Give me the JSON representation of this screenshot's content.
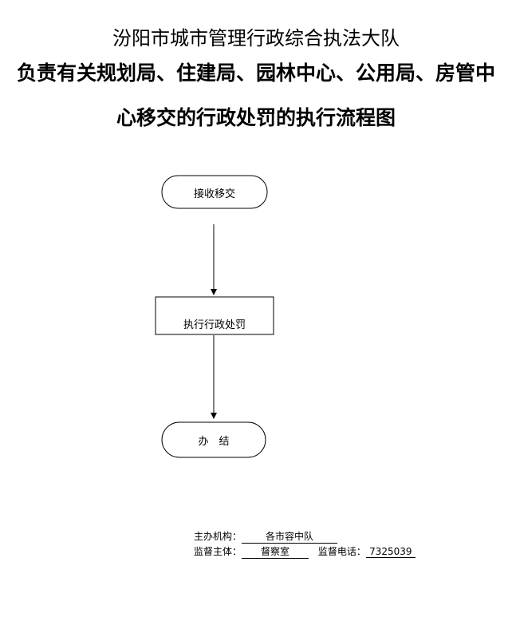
{
  "title": {
    "line1": "汾阳市城市管理行政综合执法大队",
    "line2": "负责有关规划局、住建局、园林中心、公用局、房管中",
    "line3": "心移交的行政处罚的执行流程图"
  },
  "flow": {
    "node1": "接收移交",
    "node2": "执行行政处罚",
    "node3": "办　结"
  },
  "footer": {
    "host_label": "主办机构：",
    "host_value": "各市容中队",
    "supervisor_label": "监督主体：",
    "supervisor_value": "督察室",
    "phone_label": "监督电话：",
    "phone_value": "7325039"
  }
}
